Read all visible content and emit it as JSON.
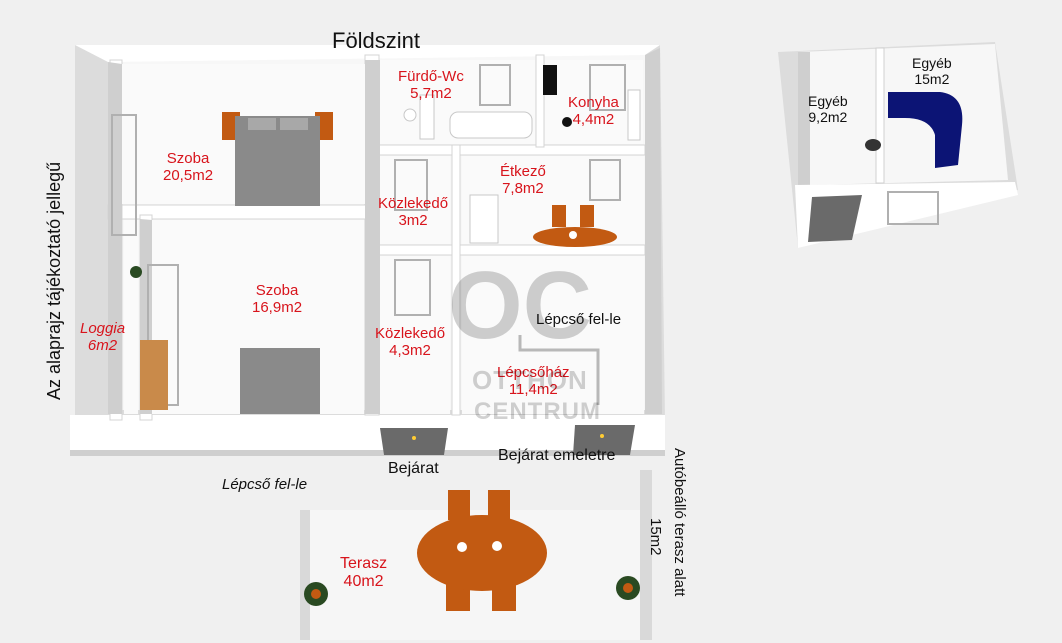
{
  "title": "Földszint",
  "disclaimer": "Az alaprajz tájékoztató jellegű",
  "rooms": [
    {
      "id": "szoba1",
      "name": "Szoba",
      "area": "20,5m2"
    },
    {
      "id": "furdo",
      "name": "Fürdő-Wc",
      "area": "5,7m2"
    },
    {
      "id": "konyha",
      "name": "Konyha",
      "area": "4,4m2"
    },
    {
      "id": "etkezo",
      "name": "Étkező",
      "area": "7,8m2"
    },
    {
      "id": "kozl1",
      "name": "Közlekedő",
      "area": "3m2"
    },
    {
      "id": "szoba2",
      "name": "Szoba",
      "area": "16,9m2"
    },
    {
      "id": "loggia",
      "name": "Loggia",
      "area": "6m2"
    },
    {
      "id": "kozl2",
      "name": "Közlekedő",
      "area": "4,3m2"
    },
    {
      "id": "lepcsohaz",
      "name": "Lépcsőház",
      "area": "11,4m2"
    },
    {
      "id": "terasz",
      "name": "Terasz",
      "area": "40m2"
    },
    {
      "id": "egyeb1",
      "name": "Egyéb",
      "area": "9,2m2"
    },
    {
      "id": "egyeb2",
      "name": "Egyéb",
      "area": "15m2"
    }
  ],
  "labels": {
    "stairs_inside": "Lépcső fel-le",
    "stairs_outside": "Lépcső fel-le",
    "entrance": "Bejárat",
    "entrance_upstairs": "Bejárat emeletre",
    "carport_line1": "Autóbeálló terasz alatt",
    "carport_line2": "15m2"
  },
  "watermark": {
    "logo": "OC",
    "line1": "OTTHON",
    "line2": "CENTRUM"
  },
  "colors": {
    "room_label": "#d8141c",
    "wall": "#ffffff",
    "floor": "#f7f7f7",
    "furniture": "#c25a12",
    "bed": "#8a8a8a",
    "sofa": "#0c1475"
  }
}
